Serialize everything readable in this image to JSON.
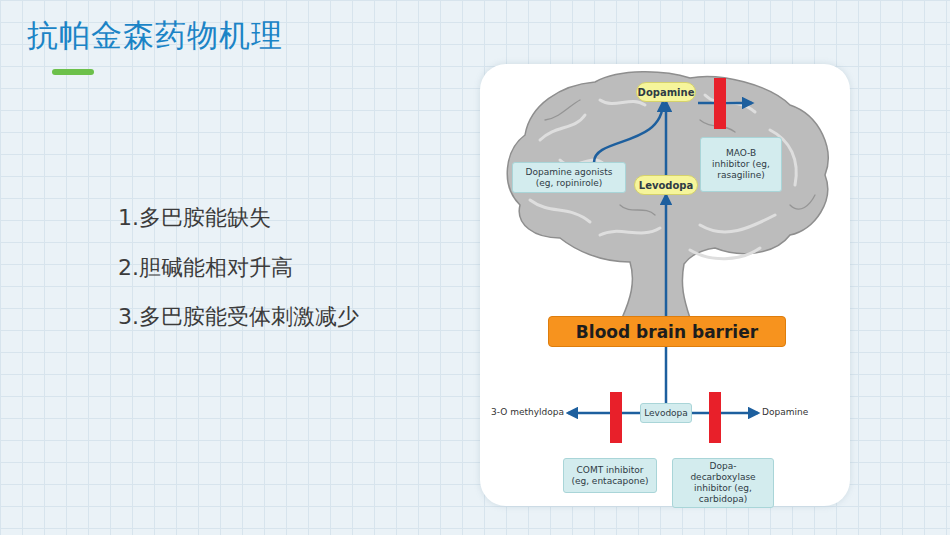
{
  "diagram": {
    "title": "抗帕金森药物机理",
    "nodes": [
      {
        "text": [
          "Dopamine"
        ]
      },
      {
        "text": [
          "MAO-B inhibitor (eg, rasagiline)"
        ]
      },
      {
        "text": [
          "Dopamine agonists (eg, ropinirole)"
        ]
      },
      {
        "text": [
          "Levodopa"
        ]
      },
      {
        "text": [
          "Blood brain barrier"
        ]
      },
      {
        "text": [
          "Levodopa"
        ]
      },
      {
        "text": [
          "COMT inhibitor (eg, entacapone)"
        ]
      },
      {
        "text": [
          "Dopa-decarboxylase inhibitor (eg, carbidopa)"
        ]
      }
    ],
    "edges": [
      {
        "from": 5,
        "to": 3,
        "arrow": "to"
      },
      {
        "from": 3,
        "to": 0,
        "arrow": "to"
      },
      {
        "from": 2,
        "to": 0,
        "arrow": "to"
      }
    ],
    "labels": [
      "1.多巴胺能缺失",
      "2.胆碱能相对升高",
      "3.多巴胺能受体刺激减少",
      "3-O methyldopa",
      "Dopamine"
    ]
  }
}
